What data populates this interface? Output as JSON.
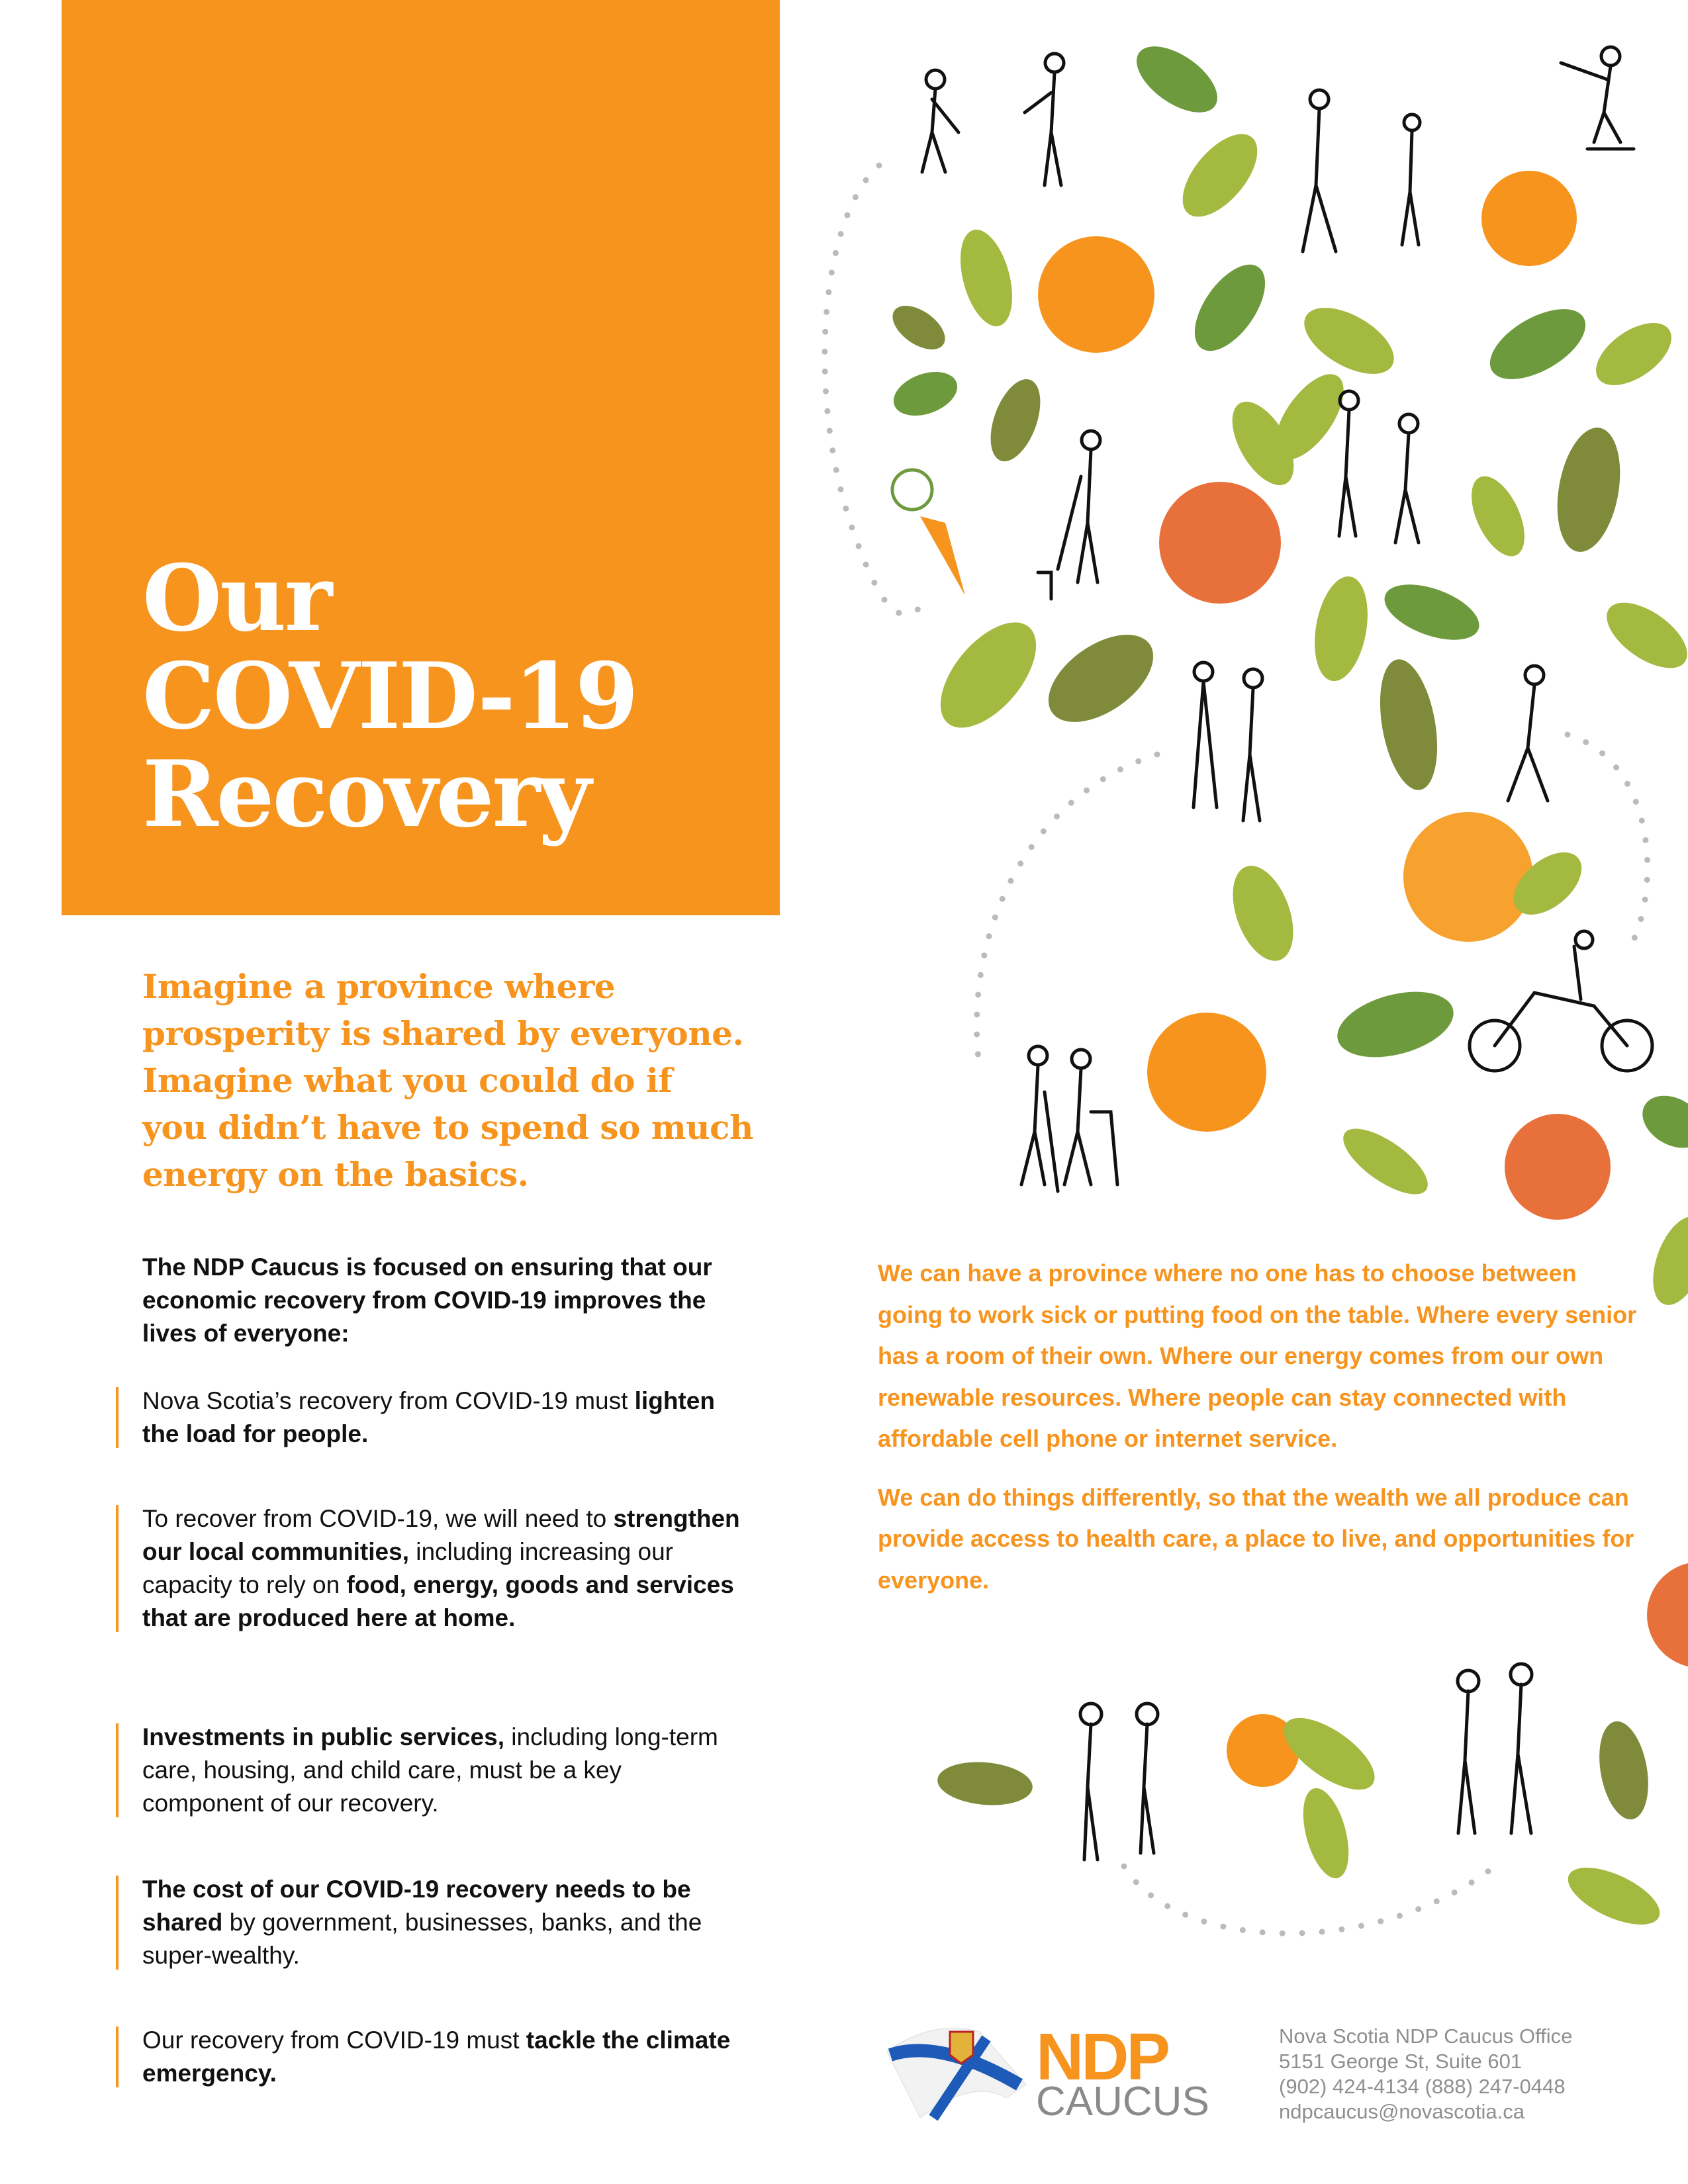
{
  "title": {
    "line1": "Our",
    "line2": "COVID-19",
    "line3": "Recovery"
  },
  "lead": [
    "Imagine a province where",
    "prosperity is shared by everyone.",
    "Imagine what you could do if",
    "you didn’t have to spend so much",
    "energy on the basics."
  ],
  "intro": "The NDP Caucus is focused on ensuring that our economic recovery from COVID-19 improves the lives of everyone:",
  "bullets": [
    {
      "segments": [
        {
          "text": "Nova Scotia’s recovery from COVID-19 must "
        },
        {
          "text": "lighten the load for people."
        }
      ]
    },
    {
      "segments": [
        {
          "text": "To recover from COVID-19, we will need to "
        },
        {
          "text": "strengthen our local communities,"
        },
        {
          "text": " including increasing our capacity to rely on "
        },
        {
          "text": "food, energy, goods and services that are produced here at home."
        }
      ]
    },
    {
      "segments": [
        {
          "text": "Investments in public services,"
        },
        {
          "text": " including long-term care, housing, and child care, must be a key component of our recovery."
        }
      ]
    },
    {
      "segments": [
        {
          "text": "The cost of our COVID-19 recovery needs to be shared"
        },
        {
          "text": " by government, businesses, banks, and the super-wealthy."
        }
      ]
    },
    {
      "segments": [
        {
          "text": "Our recovery from COVID-19 must "
        },
        {
          "text": "tackle the climate emergency."
        }
      ]
    }
  ],
  "right": {
    "p1": "We can have a province where no one has to choose between going to work sick or putting food on the table. Where every senior has a room of their own. Where our energy comes from our own renewable resources. Where people can stay connected with affordable cell phone or internet service.",
    "p2": "We can do things differently, so that the wealth we all produce can provide access to health care, a place to live, and opportunities for everyone."
  },
  "logo": {
    "ndp": "NDP",
    "caucus": "CAUCUS"
  },
  "address": [
    "Nova Scotia NDP Caucus Office",
    "5151 George St, Suite 601",
    "(902) 424-4134  (888) 247-0448",
    "ndpcaucus@novascotia.ca"
  ],
  "colors": {
    "orange": "#F7941E",
    "red_orange": "#E8703A",
    "leaf_light": "#A3B940",
    "leaf_dark": "#6E9A3E",
    "leaf_olive": "#7F8B3A",
    "grey": "#8f8f8f"
  }
}
